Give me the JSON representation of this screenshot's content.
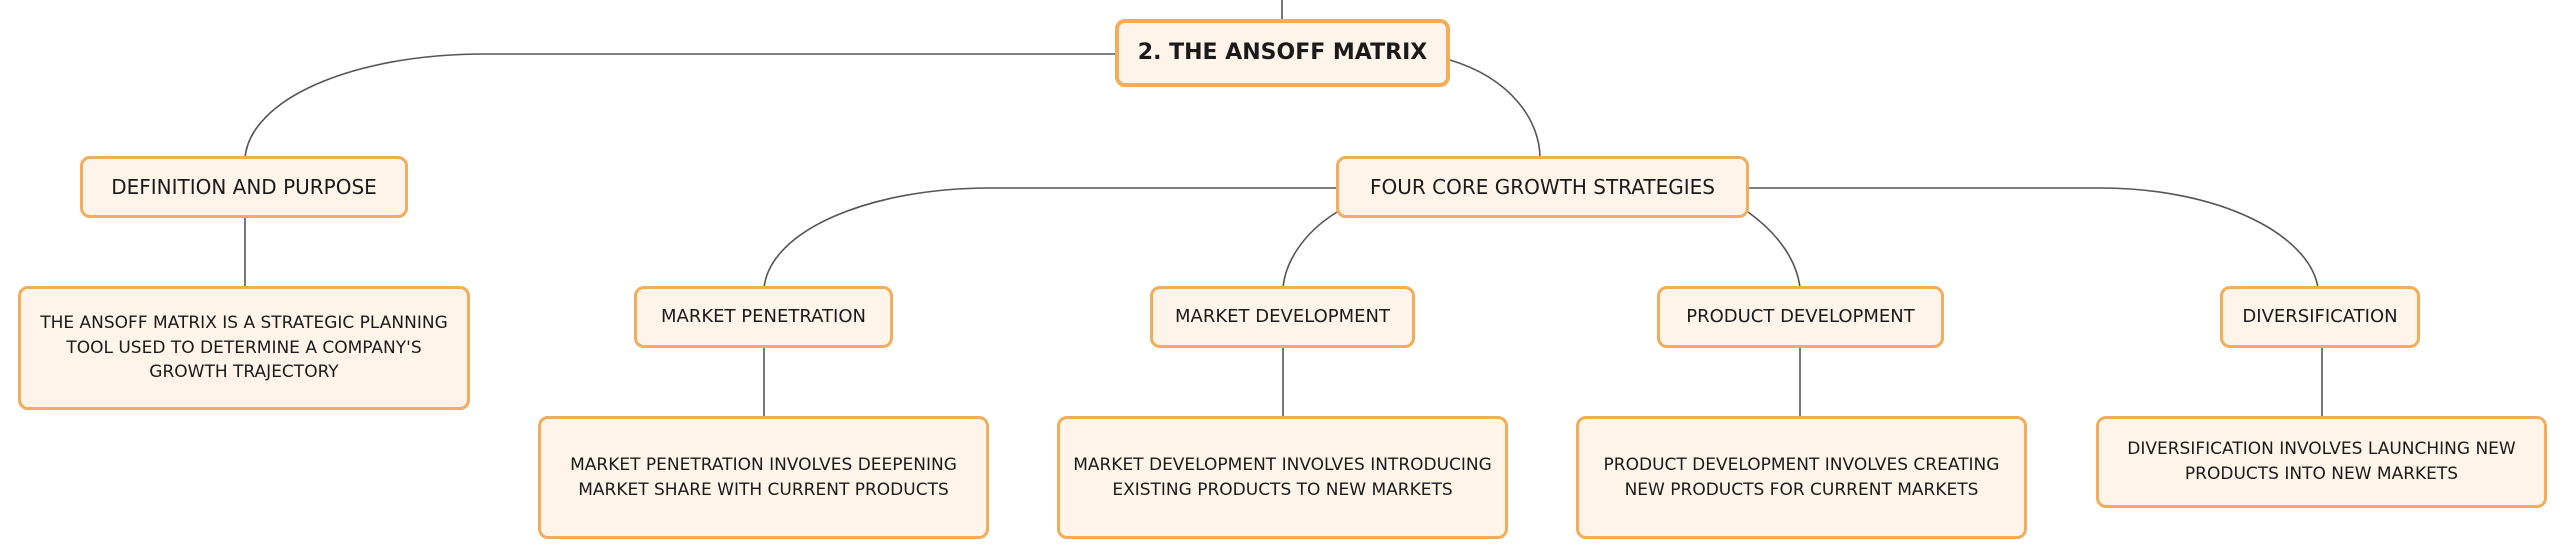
{
  "root": {
    "label": "2. THE ANSOFF MATRIX"
  },
  "definition": {
    "label": "DEFINITION AND PURPOSE",
    "detail": "THE ANSOFF MATRIX IS A STRATEGIC PLANNING TOOL USED TO DETERMINE A COMPANY'S GROWTH TRAJECTORY"
  },
  "strategies": {
    "label": "FOUR CORE GROWTH STRATEGIES",
    "items": [
      {
        "label": "MARKET PENETRATION",
        "detail": "MARKET PENETRATION INVOLVES DEEPENING MARKET SHARE WITH CURRENT PRODUCTS"
      },
      {
        "label": "MARKET DEVELOPMENT",
        "detail": "MARKET DEVELOPMENT INVOLVES INTRODUCING EXISTING PRODUCTS TO NEW MARKETS"
      },
      {
        "label": "PRODUCT DEVELOPMENT",
        "detail": "PRODUCT DEVELOPMENT INVOLVES CREATING NEW PRODUCTS FOR CURRENT MARKETS"
      },
      {
        "label": "DIVERSIFICATION",
        "detail": "DIVERSIFICATION INVOLVES LAUNCHING NEW PRODUCTS INTO NEW MARKETS"
      }
    ]
  },
  "colors": {
    "node_fill": "#fff4ea",
    "node_border": "#f2ac5a",
    "connector": "#555555",
    "text": "#1a1a1a"
  }
}
